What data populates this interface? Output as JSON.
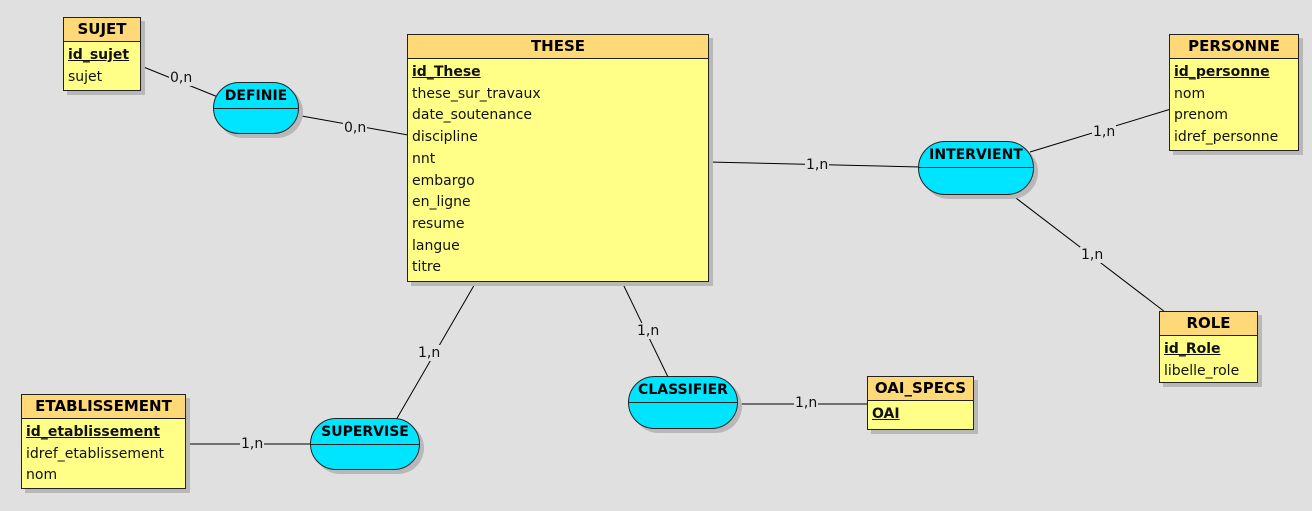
{
  "entities": {
    "sujet": {
      "name": "SUJET",
      "pk": "id_sujet",
      "attrs": [
        "sujet"
      ]
    },
    "these": {
      "name": "THESE",
      "pk": "id_These",
      "attrs": [
        "these_sur_travaux",
        "date_soutenance",
        "discipline",
        "nnt",
        "embargo",
        "en_ligne",
        "resume",
        "langue",
        "titre"
      ]
    },
    "personne": {
      "name": "PERSONNE",
      "pk": "id_personne",
      "attrs": [
        "nom",
        "prenom",
        "idref_personne"
      ]
    },
    "role": {
      "name": "ROLE",
      "pk": "id_Role",
      "attrs": [
        "libelle_role"
      ]
    },
    "etablissement": {
      "name": "ETABLISSEMENT",
      "pk": "id_etablissement",
      "attrs": [
        "idref_etablissement",
        "nom"
      ]
    },
    "oai_specs": {
      "name": "OAI_SPECS",
      "pk": "OAI",
      "attrs": []
    }
  },
  "associations": {
    "definie": {
      "name": "DEFINIE"
    },
    "intervient": {
      "name": "INTERVIENT"
    },
    "supervise": {
      "name": "SUPERVISE"
    },
    "classifier": {
      "name": "CLASSIFIER"
    }
  },
  "cardinalities": {
    "sujet_definie": "0,n",
    "these_definie": "0,n",
    "these_intervient": "1,n",
    "personne_intervient": "1,n",
    "role_intervient": "1,n",
    "these_supervise": "1,n",
    "etablissement_supervise": "1,n",
    "these_classifier": "1,n",
    "oai_classifier": "1,n"
  },
  "colors": {
    "entity_fill": "#ffff88",
    "entity_header": "#ffd878",
    "association_fill": "#00e5ff",
    "background": "#e0e0e0"
  }
}
